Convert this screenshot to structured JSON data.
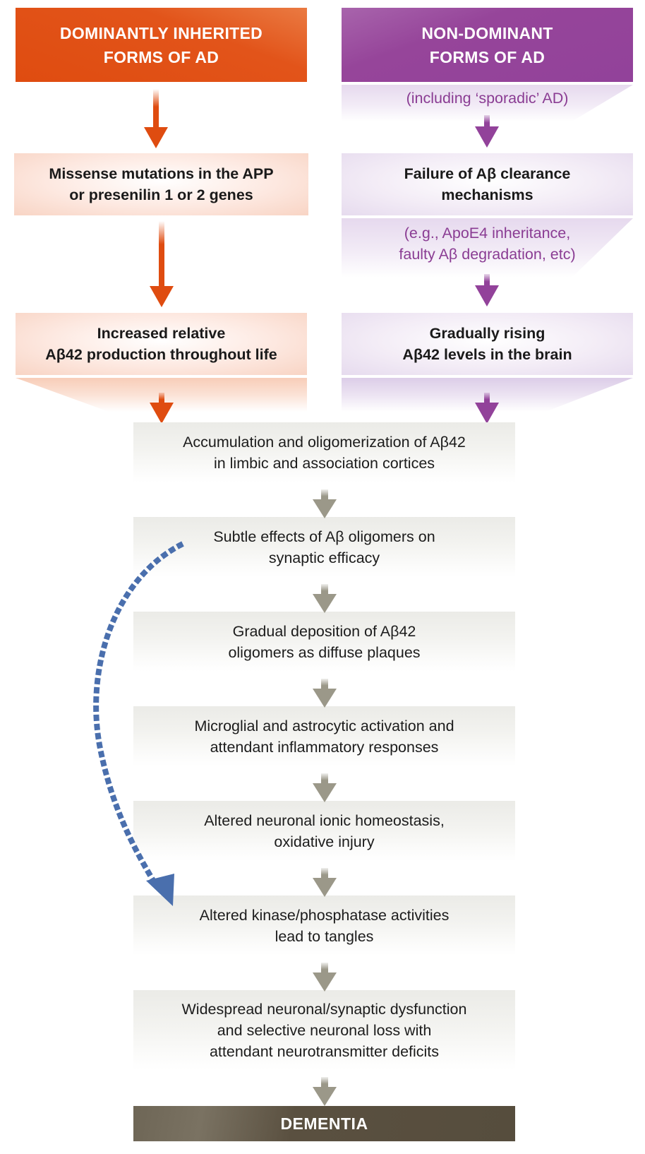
{
  "colors": {
    "dominant": "#df4c10",
    "non_dominant": "#92429a",
    "sub_note_text": "#8a3c93",
    "step_arrow": "#9b9889",
    "side_pathway_arrow": "#4a6fad",
    "dementia_bg": "#564d3d"
  },
  "left_column": {
    "header": {
      "line1": "DOMINANTLY INHERITED",
      "line2": "FORMS OF AD"
    },
    "box1": {
      "line1": "Missense mutations in the APP",
      "line2": "or presenilin 1 or 2 genes"
    },
    "box2": {
      "line1": "Increased relative",
      "line2": "Aβ42 production throughout life"
    }
  },
  "right_column": {
    "header": {
      "line1": "NON-DOMINANT",
      "line2": "FORMS OF AD"
    },
    "note1": "(including ‘sporadic’ AD)",
    "box1": {
      "line1": "Failure of Aβ clearance",
      "line2": "mechanisms"
    },
    "note2": {
      "line1": "(e.g., ApoE4 inheritance,",
      "line2": "faulty Aβ degradation, etc)"
    },
    "box2": {
      "line1": "Gradually rising",
      "line2": "Aβ42 levels in the brain"
    }
  },
  "cascade": [
    {
      "line1": "Accumulation and oligomerization of Aβ42",
      "line2": "in limbic and association cortices"
    },
    {
      "line1": "Subtle effects of Aβ oligomers on",
      "line2": "synaptic efficacy"
    },
    {
      "line1": "Gradual deposition of Aβ42",
      "line2": "oligomers as diffuse plaques"
    },
    {
      "line1": "Microglial and astrocytic activation and",
      "line2": "attendant inflammatory responses"
    },
    {
      "line1": "Altered neuronal ionic homeostasis,",
      "line2": "oxidative injury"
    },
    {
      "line1": "Altered kinase/phosphatase activities",
      "line2": "lead to tangles"
    },
    {
      "line1": "Widespread neuronal/synaptic dysfunction",
      "line2": "and selective neuronal loss with",
      "line3": "attendant neurotransmitter deficits"
    }
  ],
  "outcome": "DEMENTIA",
  "connectors": {
    "side_pathway": {
      "from": "Subtle effects of Aβ oligomers on synaptic efficacy",
      "to": "Altered kinase/phosphatase activities lead to tangles",
      "style": "dashed-curve"
    }
  }
}
